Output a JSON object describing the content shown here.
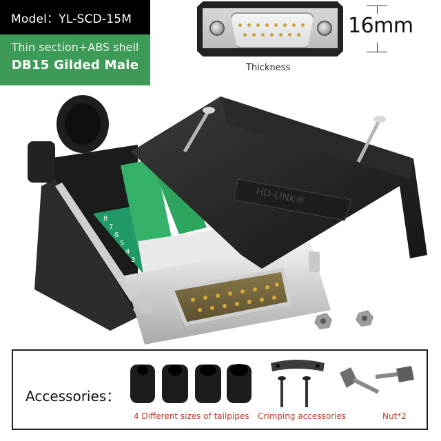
{
  "header": {
    "model_label": "Model：YL-SCD-15M",
    "feature_line": "Thin section+ABS shell",
    "product_type": "DB15 Gilded Male"
  },
  "thickness": {
    "dimension": "16mm",
    "label": "Thickness"
  },
  "product": {
    "brand_emboss": "HD-LINK®",
    "terminal_numbers": [
      "8",
      "7",
      "6",
      "5",
      "4",
      "3"
    ],
    "pin_count": 15
  },
  "accessories": {
    "title": "Accessories：",
    "items": [
      {
        "caption": "4 Different sizes of tailpipes"
      },
      {
        "caption": "Crimping accessories"
      },
      {
        "caption": "Nut*2"
      }
    ]
  },
  "colors": {
    "green_banner": "#3e9a57",
    "black_banner": "#000000",
    "caption_red": "#c0392b"
  }
}
